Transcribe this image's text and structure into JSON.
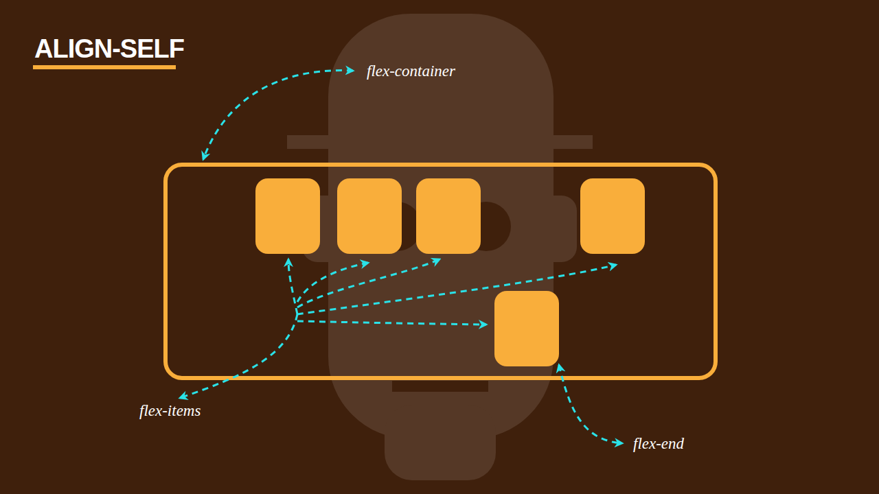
{
  "diagram": {
    "title": "ALIGN-SELF",
    "labels": [
      "flex-container",
      "flex-items",
      "flex-end"
    ]
  }
}
